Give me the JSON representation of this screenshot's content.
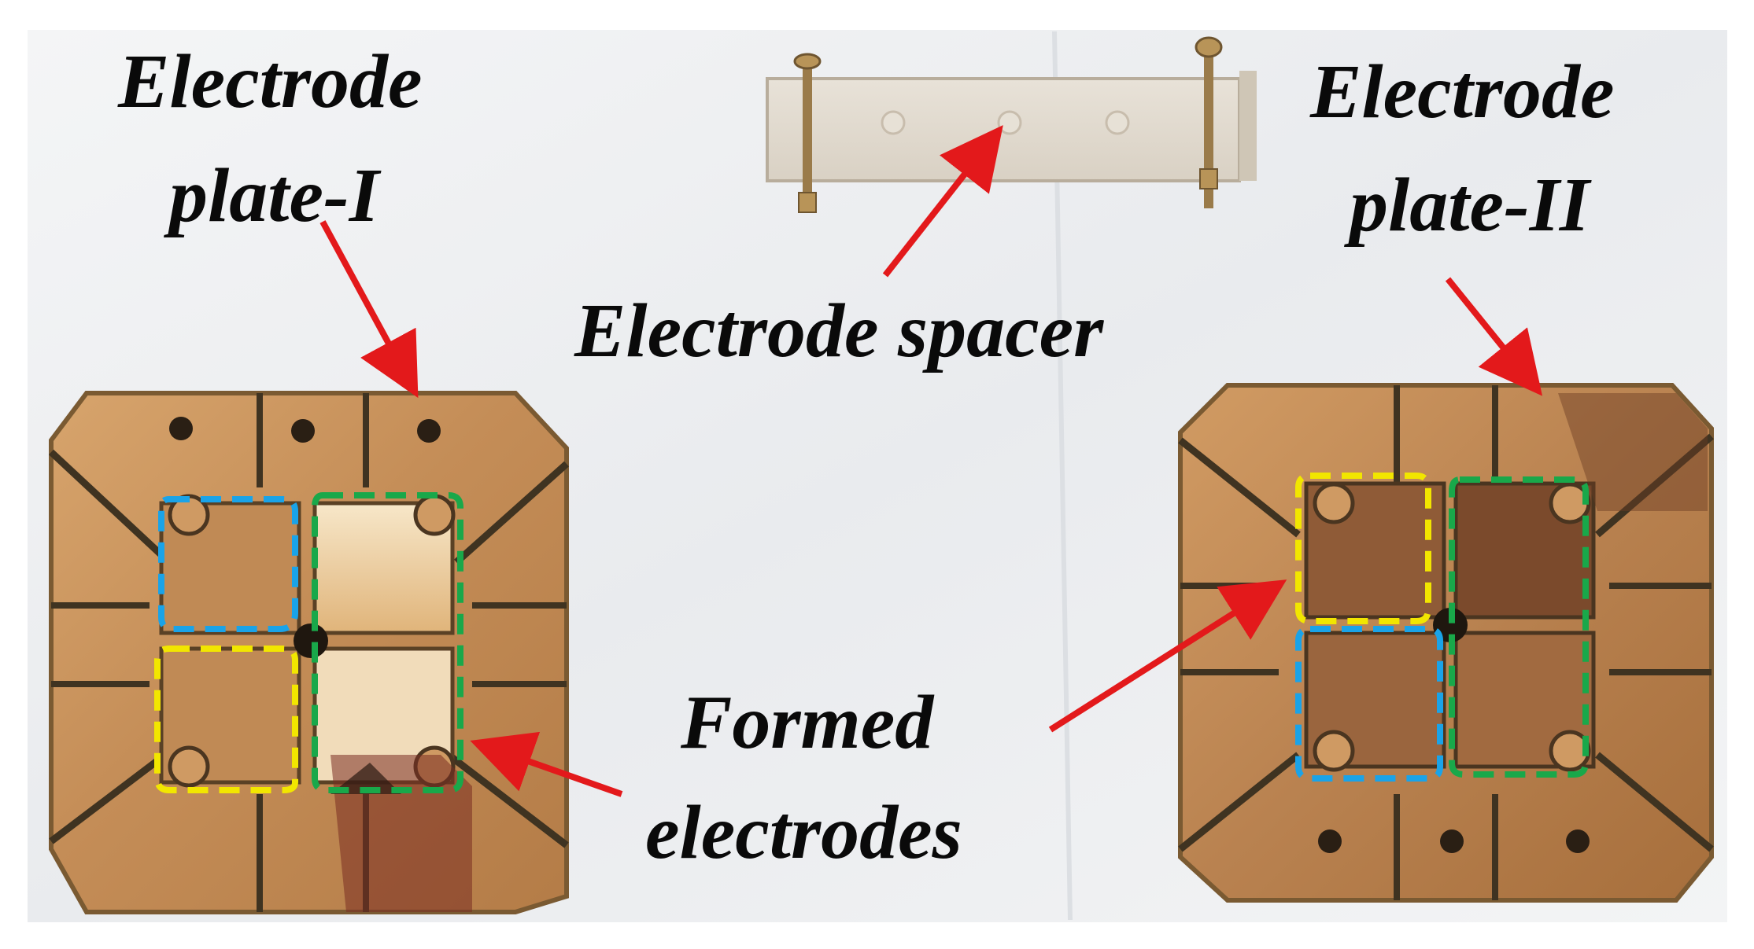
{
  "labels": {
    "plate_one_line1": "Electrode",
    "plate_one_line2": "plate-I",
    "plate_two_line1": "Electrode",
    "plate_two_line2": "plate-II",
    "spacer": "Electrode spacer",
    "formed_line1": "Formed",
    "formed_line2": "electrodes"
  },
  "colors": {
    "background": "#ffffff",
    "cloth": "#eef0f2",
    "plate_gold": "#c8935e",
    "plate_edge": "#7a5a32",
    "groove": "#3f3321",
    "arrow": "#e3191b",
    "outline_blue": "#1aa3e8",
    "outline_green": "#19a84a",
    "outline_yellow": "#f2e600",
    "text": "#0a0a0a"
  }
}
